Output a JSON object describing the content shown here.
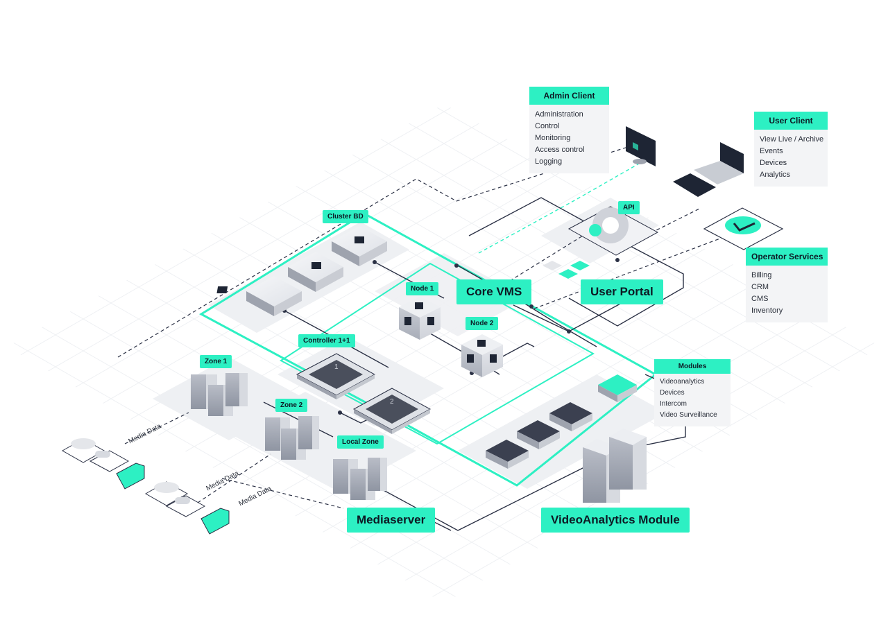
{
  "labels": {
    "cluster_bd": "Cluster BD",
    "node1": "Node 1",
    "node2": "Node 2",
    "controller": "Controller 1+1",
    "zone1": "Zone 1",
    "zone2": "Zone 2",
    "local_zone": "Local Zone",
    "core_vms": "Core VMS",
    "user_portal": "User Portal",
    "api": "API",
    "mediaserver": "Mediaserver",
    "videoanalytics_module": "VideoAnalytics Module",
    "media_data": "Media Data"
  },
  "panels": {
    "admin_client": {
      "title": "Admin Client",
      "items": [
        "Administration",
        "Control",
        "Monitoring",
        "Access control",
        "Logging"
      ]
    },
    "user_client": {
      "title": "User Client",
      "items": [
        "View Live / Archive",
        "Events",
        "Devices",
        "Analytics"
      ]
    },
    "operator_services": {
      "title": "Operator Services",
      "items": [
        "Billing",
        "CRM",
        "CMS",
        "Inventory"
      ]
    },
    "modules": {
      "title": "Modules",
      "items": [
        "Videoanalytics",
        "Devices",
        "Intercom",
        "Video Surveillance"
      ]
    }
  },
  "chip_numbers": [
    "1",
    "2"
  ],
  "colors": {
    "accent": "#2df0c3",
    "line": "#2b3145",
    "grid": "#e7e9ee",
    "panel": "#f3f4f6"
  }
}
